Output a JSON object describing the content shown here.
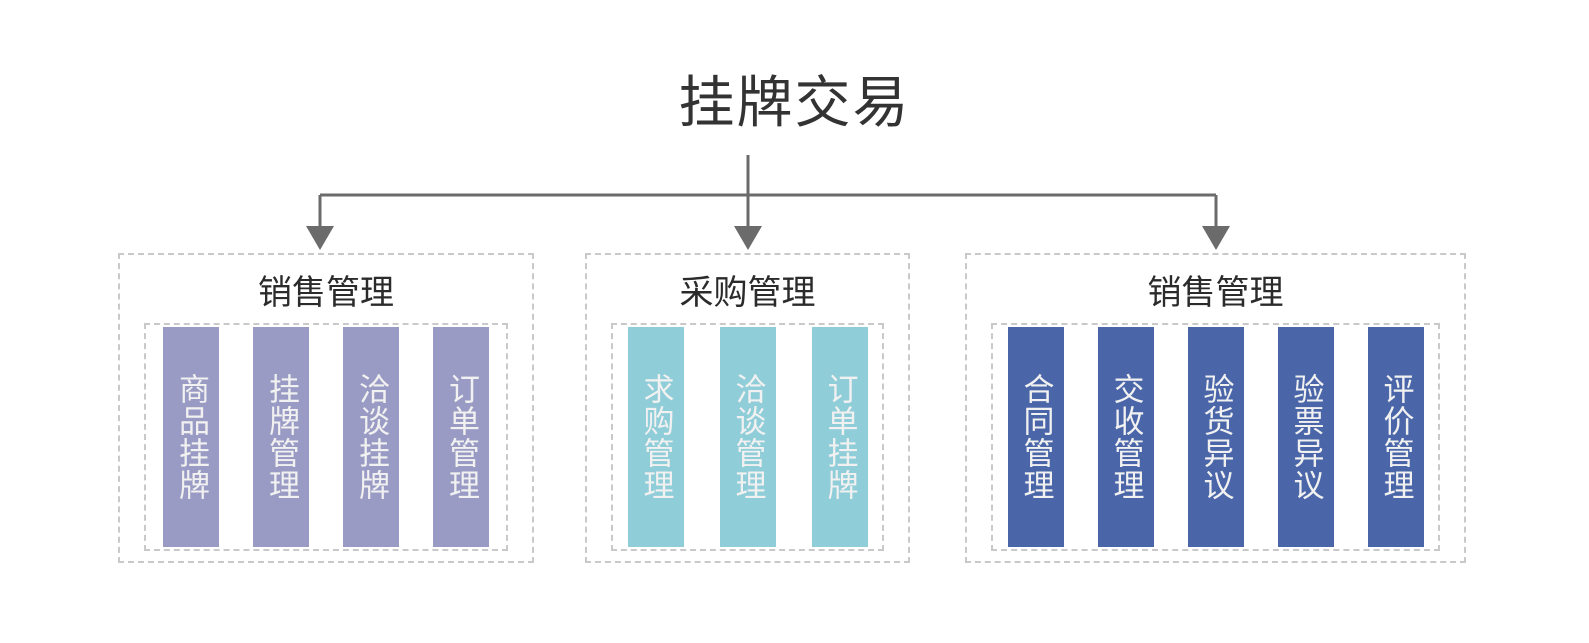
{
  "diagram": {
    "root_title": "挂牌交易",
    "colors": {
      "connector": "#6b6b6b",
      "dashed_border": "#c9c9c9",
      "title_text": "#333333",
      "group_title_text": "#2b2b2b",
      "item_text": "#f1f1f1",
      "group_0_fill": "#9a9bc4",
      "group_1_fill": "#8fcdd8",
      "group_2_fill": "#4a66a8",
      "background": "#ffffff"
    },
    "groups": [
      {
        "title": "销售管理",
        "fill": "#9a9bc4",
        "items": [
          {
            "label": "商品挂牌"
          },
          {
            "label": "挂牌管理"
          },
          {
            "label": "洽谈挂牌"
          },
          {
            "label": "订单管理"
          }
        ]
      },
      {
        "title": "采购管理",
        "fill": "#8fcdd8",
        "items": [
          {
            "label": "求购管理"
          },
          {
            "label": "洽谈管理"
          },
          {
            "label": "订单挂牌"
          }
        ]
      },
      {
        "title": "销售管理",
        "fill": "#4a66a8",
        "items": [
          {
            "label": "合同管理"
          },
          {
            "label": "交收管理"
          },
          {
            "label": "验货异议"
          },
          {
            "label": "验票异议"
          },
          {
            "label": "评价管理"
          }
        ]
      }
    ]
  }
}
